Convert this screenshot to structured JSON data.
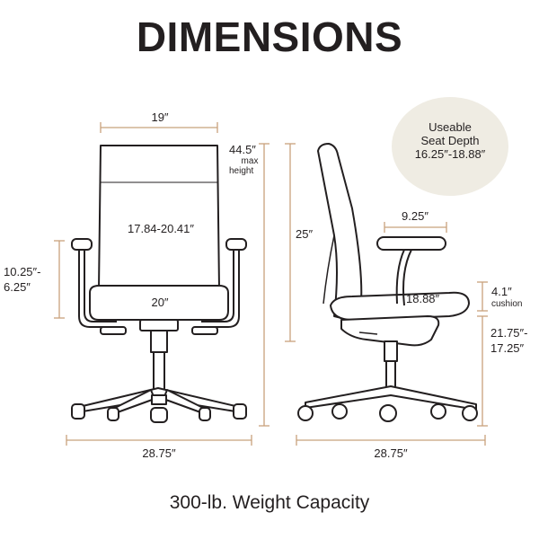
{
  "title": "DIMENSIONS",
  "caption": "300-lb. Weight Capacity",
  "colors": {
    "dimension_line": "#c8a27c",
    "ink": "#231f20",
    "circle": "#efece3"
  },
  "front_view": {
    "width_top": "19″",
    "height_value": "44.5″",
    "height_note_1": "max",
    "height_note_2": "height",
    "back_width": "17.84-20.41″",
    "seat_width": "20″",
    "arm_range_1": "10.25″-",
    "arm_range_2": "6.25″",
    "base_width": "28.75″"
  },
  "side_view": {
    "back_height": "25″",
    "arm_depth": "9.25″",
    "seat_depth": "18.88″",
    "cushion_value": "4.1″",
    "cushion_note": "cushion",
    "seat_height_1": "21.75″-",
    "seat_height_2": "17.25″",
    "base_width": "28.75″"
  },
  "callout": {
    "line1": "Useable",
    "line2": "Seat Depth",
    "line3": "16.25″-18.88″"
  }
}
